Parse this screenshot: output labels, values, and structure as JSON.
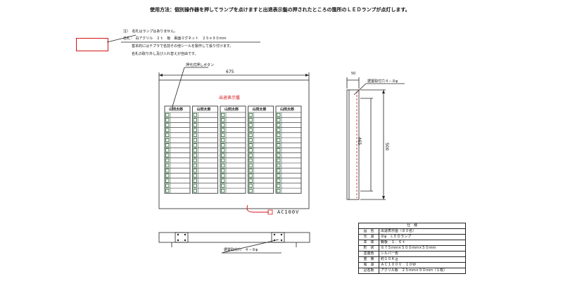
{
  "header": {
    "usage_note": "使用方法：個別操作器を押してランプを点けますと出退表示盤の押されたところの箇所のＬＥＤランプが点灯します。"
  },
  "notes": {
    "line1": "注）　名札はランプはありません。",
    "line2": "名札：　白アクリル　２ｔ　板　裏面マグネット　２５×９０ｍｍ",
    "line3": "基本的にはテプラで名前その他シールを製作して張り付けます。",
    "line4": "名札の取り外し及び入れ替えが自由です。"
  },
  "front_view": {
    "width_dim": "675",
    "button_callout": "押光式押しボタン",
    "panel_title": "出退表示盤",
    "column_header": "山田太郎",
    "columns": 5,
    "rows_per_column": 16,
    "power_label": "AC100V"
  },
  "side_view": {
    "depth_dim": "50",
    "mount_callout": "据置取付穴４－８φ",
    "inner_height_dim": "465",
    "outer_height_dim": "500"
  },
  "bottom_view": {
    "mount_callout": "据置取付穴　４－８φ"
  },
  "spec_table": {
    "title": "仕　様",
    "rows": [
      {
        "key": "品　名",
        "value": "出退表示盤（８０名）"
      },
      {
        "key": "光　源",
        "value": "８φ　ＬＥＤランプ"
      },
      {
        "key": "本　体",
        "value": "鋼板　１．６ｔ"
      },
      {
        "key": "形　状",
        "value": "６７５ｍｍ×５００ｍｍ×５０ｍｍ"
      },
      {
        "key": "塗装色",
        "value": "シルバー色"
      },
      {
        "key": "重　量",
        "value": "約１０Ｋｇ"
      },
      {
        "key": "電　源",
        "value": "ＡＣ１００Ｖ　１０Ｗ"
      },
      {
        "key": "記名板",
        "value": "アクリル板　２５ｍｍ×９０ｍｍ（１枚）"
      }
    ]
  },
  "colors": {
    "line": "#222222",
    "accent_red": "#d0161a",
    "lamp_green": "#1f6b30"
  }
}
